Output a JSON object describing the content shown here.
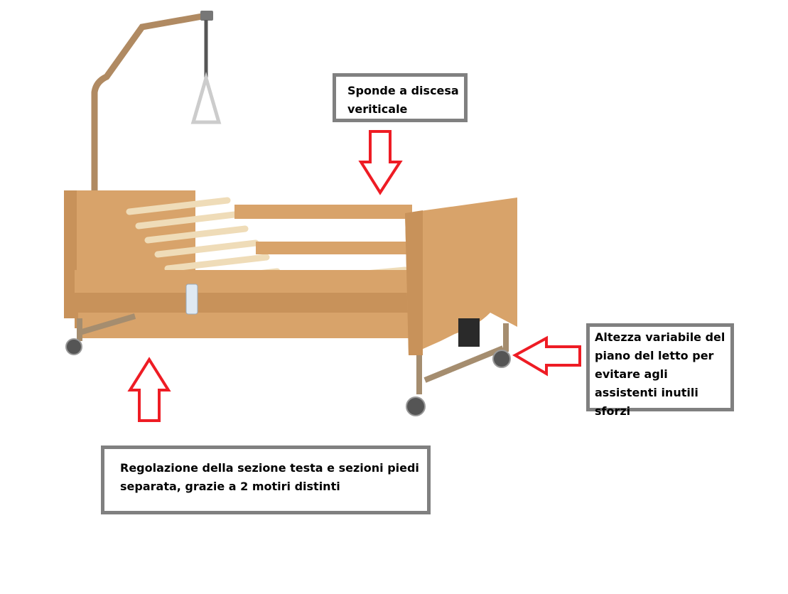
{
  "image": {
    "subject": "electric-care-bed",
    "colors": {
      "wood": "#d8a36a",
      "wood_dark": "#b9854e",
      "slat": "#efdcb8",
      "metal": "#a58d6f",
      "arrow": "#ee1c24",
      "box_border": "#808080"
    }
  },
  "callouts": [
    {
      "id": "side-rails",
      "text": "Sponde a discesa veriticale",
      "arrow": "down"
    },
    {
      "id": "height",
      "text": "Altezza variabile del piano del letto per evitare agli assistenti inutili sforzi",
      "arrow": "left"
    },
    {
      "id": "sections",
      "text": "Regolazione della sezione testa e sezioni piedi separata, grazie a 2 motiri distinti",
      "arrow": "up"
    }
  ]
}
